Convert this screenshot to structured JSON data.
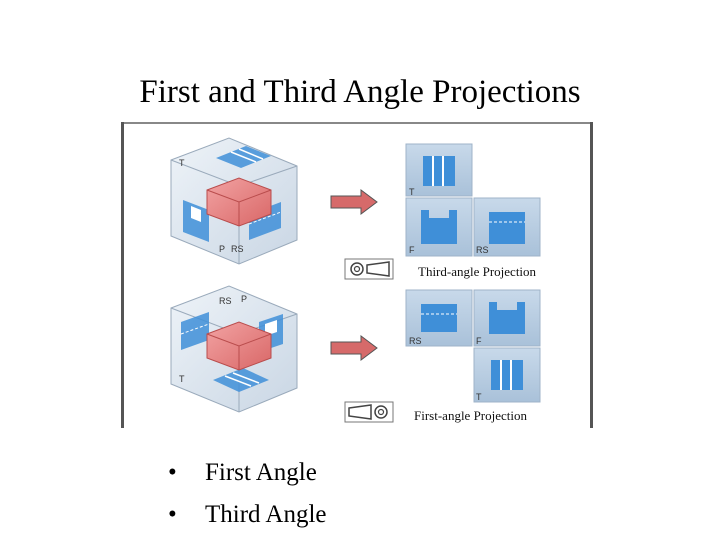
{
  "slide": {
    "title": "First and Third Angle Projections"
  },
  "figure": {
    "third_angle": {
      "caption": "Third-angle Projection",
      "cube_labels": [
        "T",
        "P",
        "RS"
      ],
      "view_labels": [
        "T",
        "F",
        "RS"
      ]
    },
    "first_angle": {
      "caption": "First-angle Projection",
      "cube_labels": [
        "RS",
        "P",
        "T"
      ],
      "view_labels": [
        "RS",
        "F",
        "T"
      ]
    }
  },
  "bullets": [
    {
      "marker": "•",
      "text": "First Angle"
    },
    {
      "marker": "•",
      "text": "Third Angle"
    }
  ],
  "colors": {
    "cube_face": "#dce6f0",
    "cube_edge": "#9aaabb",
    "view_panel": "#b6cce0",
    "view_shape": "#3f8fd8",
    "block": "#e87d7d",
    "arrow": "#d66a6a"
  }
}
